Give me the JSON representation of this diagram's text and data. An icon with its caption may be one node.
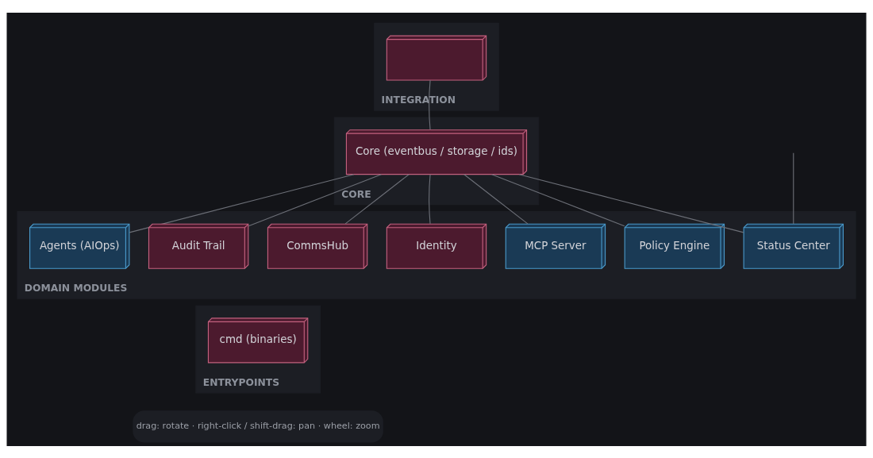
{
  "diagram": {
    "nodes": [
      {
        "text": [
          "INTEGRATION"
        ]
      },
      {
        "text": [],
        "shape": "box",
        "in": 0
      },
      {
        "text": [
          "CORE"
        ]
      },
      {
        "text": [
          "Core (eventbus / storage / ids)"
        ],
        "in": 2
      },
      {
        "text": [
          "DOMAIN MODULES"
        ]
      },
      {
        "text": [
          "Agents (AIOps)"
        ],
        "in": 4
      },
      {
        "text": [
          "Audit Trail"
        ],
        "in": 4
      },
      {
        "text": [
          "CommsHub"
        ],
        "in": 4
      },
      {
        "text": [
          "Identity"
        ],
        "in": 4
      },
      {
        "text": [
          "MCP Server"
        ],
        "in": 4
      },
      {
        "text": [
          "Policy Engine"
        ],
        "in": 4
      },
      {
        "text": [
          "Status Center"
        ],
        "in": 4
      },
      {
        "text": [
          "ENTRYPOINTS"
        ]
      },
      {
        "text": [
          "cmd (binaries)"
        ],
        "in": 12
      }
    ],
    "edges": [
      {
        "from": 1,
        "to": 3,
        "arrow": "none"
      },
      {
        "from": 3,
        "to": 5,
        "arrow": "none"
      },
      {
        "from": 3,
        "to": 6,
        "arrow": "none"
      },
      {
        "from": 3,
        "to": 7,
        "arrow": "none"
      },
      {
        "from": 3,
        "to": 8,
        "arrow": "none"
      },
      {
        "from": 3,
        "to": 9,
        "arrow": "none"
      },
      {
        "from": 3,
        "to": 10,
        "arrow": "none"
      },
      {
        "from": 3,
        "to": 11,
        "arrow": "none"
      },
      {
        "from": null,
        "to": 11,
        "arrow": "none"
      }
    ],
    "labels": [
      "drag: rotate · right-click / shift-drag: pan · wheel: zoom"
    ]
  }
}
